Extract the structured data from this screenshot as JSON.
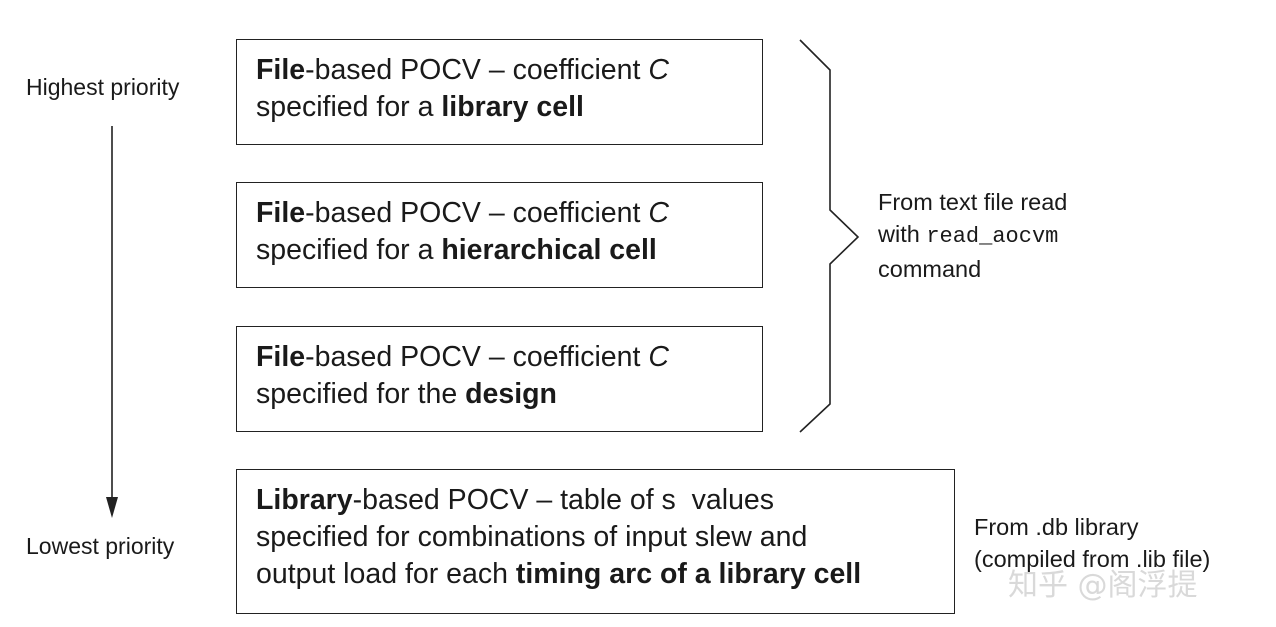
{
  "priority": {
    "highest": "Highest priority",
    "lowest": "Lowest priority"
  },
  "boxes": [
    {
      "line1": {
        "bold": "File",
        "text": "-based POCV – coefficient ",
        "italic": "C"
      },
      "line2": {
        "text": "specified for a ",
        "bold": "library cell"
      }
    },
    {
      "line1": {
        "bold": "File",
        "text": "-based POCV – coefficient ",
        "italic": "C"
      },
      "line2": {
        "text": "specified for a ",
        "bold": "hierarchical cell"
      }
    },
    {
      "line1": {
        "bold": "File",
        "text": "-based POCV – coefficient ",
        "italic": "C"
      },
      "line2": {
        "text": "specified for the ",
        "bold": "design"
      }
    },
    {
      "line1": {
        "bold": "Library",
        "text": "-based POCV – table of s  values"
      },
      "line2": {
        "text": "specified for combinations of input slew and"
      },
      "line3": {
        "text": "output load for each ",
        "bold": "timing arc of a library cell"
      }
    }
  ],
  "text_file_note": {
    "line1": "From text file read",
    "line2_prefix": "with ",
    "line2_code": "read_aocvm",
    "line3": "command"
  },
  "db_note": {
    "line1": "From .db library",
    "line2": "(compiled from .lib file)"
  },
  "watermark": "知乎 @阁浮提"
}
